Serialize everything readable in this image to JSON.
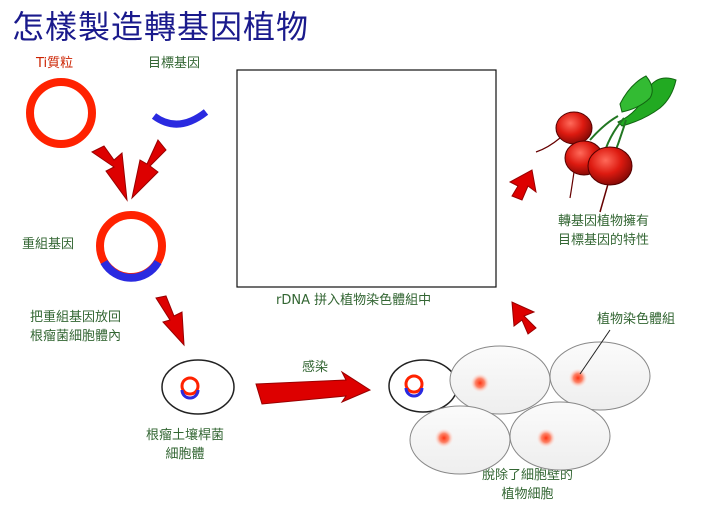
{
  "title": "怎樣製造轉基因植物",
  "labels": {
    "ti_plasmid": "Ti質粒",
    "target_gene": "目標基因",
    "recombinant_gene": "重組基因",
    "insert_step_line1": "把重組基因放回",
    "insert_step_line2": "根瘤菌細胞體內",
    "agro_line1": "根瘤土壤桿菌",
    "agro_line2": "細胞體",
    "infection": "感染",
    "rdna": "rDNA 拼入植物染色體組中",
    "protoplast_line1": "脫除了細胞壁的",
    "protoplast_line2": "植物細胞",
    "chromosome": "植物染色體組",
    "transgenic_line1": "轉基因植物擁有",
    "transgenic_line2": "目標基因的特性"
  },
  "icons": {
    "plasmid": "ring-icon",
    "gene": "arc-icon",
    "arrow": "curved-arrow-icon",
    "cell": "ellipse-cell-icon",
    "plant": "beetroot-icon"
  },
  "colors": {
    "title": "#1a1a8c",
    "label": "#336633",
    "plasmid": "#ff2200",
    "gene": "#2a2ae0",
    "arrow": "#cc0000",
    "nucleus": "#ff5533"
  }
}
